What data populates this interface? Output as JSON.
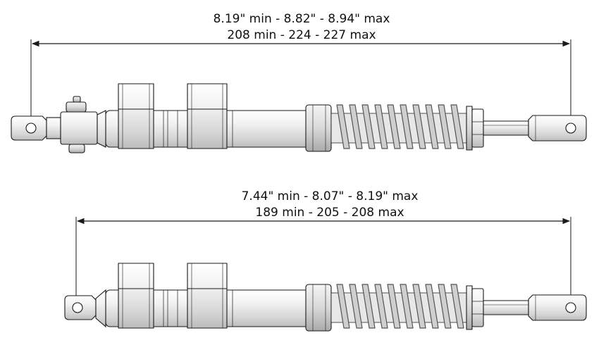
{
  "drawings": [
    {
      "id": "extended",
      "imperial_label": "8.19\" min - 8.82\" - 8.94\" max",
      "metric_label": "208 min - 224 - 227 max"
    },
    {
      "id": "compressed",
      "imperial_label": "7.44\" min - 8.07\" - 8.19\" max",
      "metric_label": "189 min - 205 - 208 max"
    }
  ],
  "colors": {
    "line": "#1a1a1a",
    "body_light": "#f4f4f4",
    "body_mid": "#dcdcdc",
    "body_dark": "#bdbdbd",
    "spring": "#6e6e6e"
  }
}
